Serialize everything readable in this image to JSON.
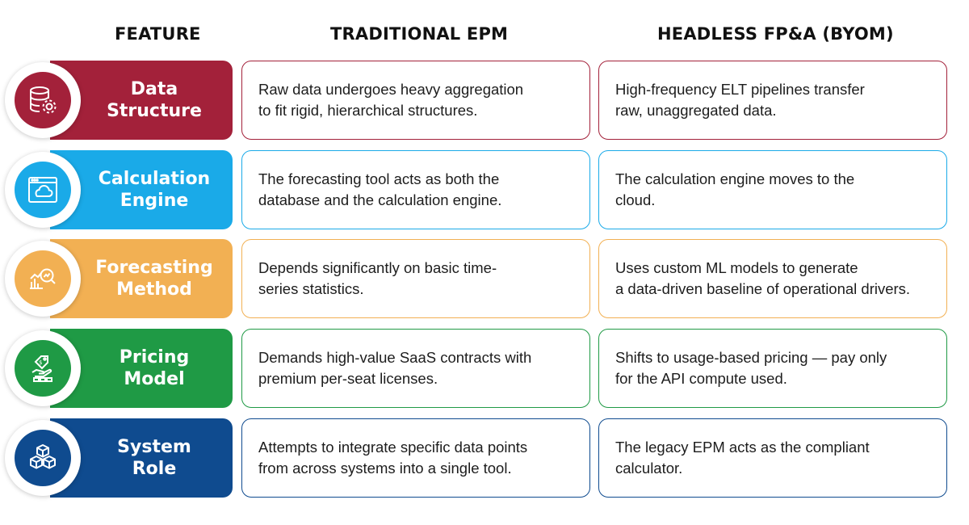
{
  "headers": {
    "feature": "FEATURE",
    "traditional": "TRADITIONAL EPM",
    "headless": "HEADLESS FP&A (BYOM)"
  },
  "rows": [
    {
      "feature": "Data\nStructure",
      "icon": "database-gear-icon",
      "color": "#a3213a",
      "traditional": "Raw data undergoes heavy aggregation\nto fit rigid, hierarchical structures.",
      "headless": "High-frequency ELT pipelines transfer\nraw, unaggregated data."
    },
    {
      "feature": "Calculation\nEngine",
      "icon": "cloud-window-icon",
      "color": "#1aaae8",
      "traditional": "The forecasting tool acts as both the\ndatabase and the calculation engine.",
      "headless": "The calculation engine moves to the\ncloud."
    },
    {
      "feature": "Forecasting\nMethod",
      "icon": "chart-magnifier-icon",
      "color": "#f2b053",
      "traditional": "Depends significantly on basic time-\nseries statistics.",
      "headless": "Uses custom ML models to generate\na data-driven baseline of operational drivers."
    },
    {
      "feature": "Pricing\nModel",
      "icon": "price-tag-hand-icon",
      "color": "#1f9a45",
      "traditional": "Demands high-value SaaS contracts with\npremium per-seat licenses.",
      "headless": "Shifts to usage-based pricing — pay only\nfor the API compute used."
    },
    {
      "feature": "System\nRole",
      "icon": "stacked-cubes-icon",
      "color": "#0f4b8f",
      "traditional": "Attempts to integrate specific data points\nfrom across systems into a single tool.",
      "headless": "The legacy EPM acts as the compliant\ncalculator."
    }
  ]
}
